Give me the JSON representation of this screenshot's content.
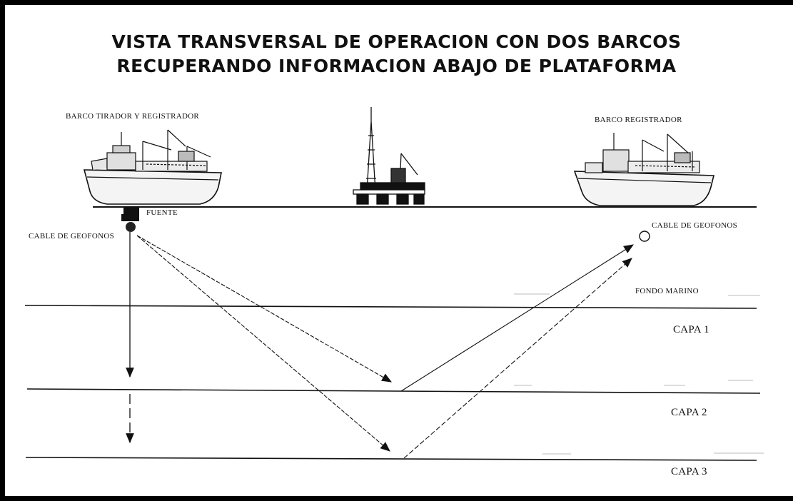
{
  "diagram": {
    "title_line1": "VISTA TRANSVERSAL DE OPERACION CON DOS BARCOS",
    "title_line2": "RECUPERANDO INFORMACION ABAJO DE PLATAFORMA",
    "left_ship_label": "BARCO TIRADOR Y REGISTRADOR",
    "right_ship_label": "BARCO REGISTRADOR",
    "source_label": "FUENTE",
    "left_cable_label": "CABLE DE GEOFONOS",
    "right_cable_label": "CABLE DE GEOFONOS",
    "seafloor_label": "FONDO MARINO",
    "layer1_label": "CAPA 1",
    "layer2_label": "CAPA 2",
    "layer3_label": "CAPA 3"
  }
}
